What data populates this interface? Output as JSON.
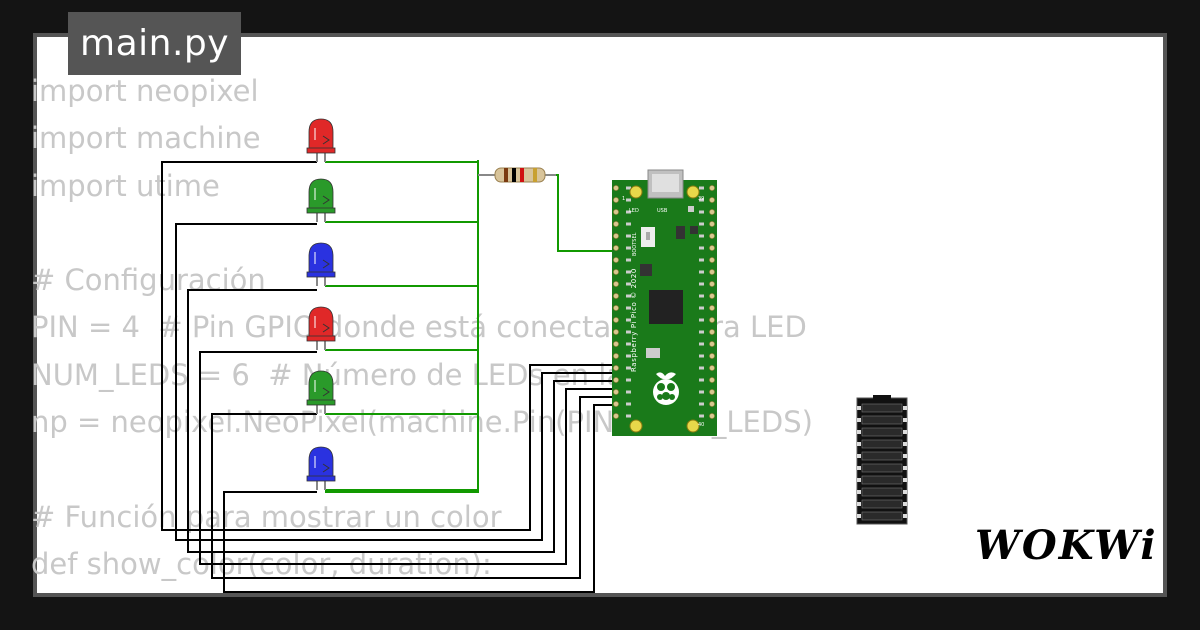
{
  "file_tab": {
    "label": "main.py"
  },
  "code_lines": [
    "import neopixel",
    "import machine",
    "import utime",
    "",
    "# Configuración",
    "PIN = 4  # Pin GPIO donde está conectada la tira LED",
    "NUM_LEDS = 6  # Número de LEDs en la tira",
    "np = neopixel.NeoPixel(machine.Pin(PIN), NUM_LEDS)",
    "",
    "# Función para mostrar un color",
    "def show_color(color, duration):"
  ],
  "board": {
    "name": "Raspberry Pi Pico © 2020",
    "usb_label": "USB",
    "led_label": "LED",
    "bootsel_label": "BOOTSEL",
    "pin_labels": [
      "1",
      "39",
      "40"
    ]
  },
  "leds": [
    {
      "color": "red"
    },
    {
      "color": "green"
    },
    {
      "color": "blue"
    },
    {
      "color": "red"
    },
    {
      "color": "green"
    },
    {
      "color": "blue"
    }
  ],
  "colors": {
    "red": "#e02828",
    "green": "#2a9a2a",
    "blue": "#2a32e0",
    "wire_green": "#119900",
    "wire_black": "#000000",
    "board_green": "#1a7a1a"
  },
  "logo": {
    "text": "WOKWi"
  }
}
